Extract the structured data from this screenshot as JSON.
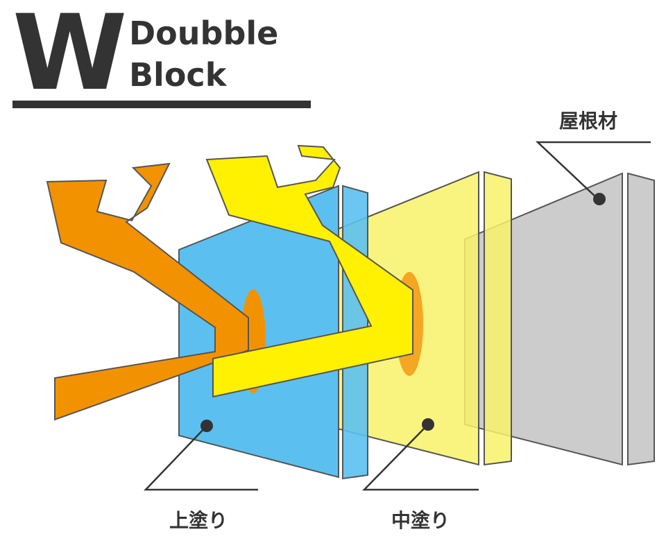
{
  "logo": {
    "mark": "W",
    "line1": "Doubble",
    "line2": "Block"
  },
  "labels": {
    "roof": "屋根材",
    "top_coat": "上塗り",
    "middle_coat": "中塗り"
  },
  "colors": {
    "dark": "#333333",
    "blue_layer": "#5bc0f0",
    "yellow_layer": "#f8f268",
    "gray_layer": "#cccccc",
    "orange_arrow": "#f39200",
    "yellow_arrow": "#fff100"
  }
}
